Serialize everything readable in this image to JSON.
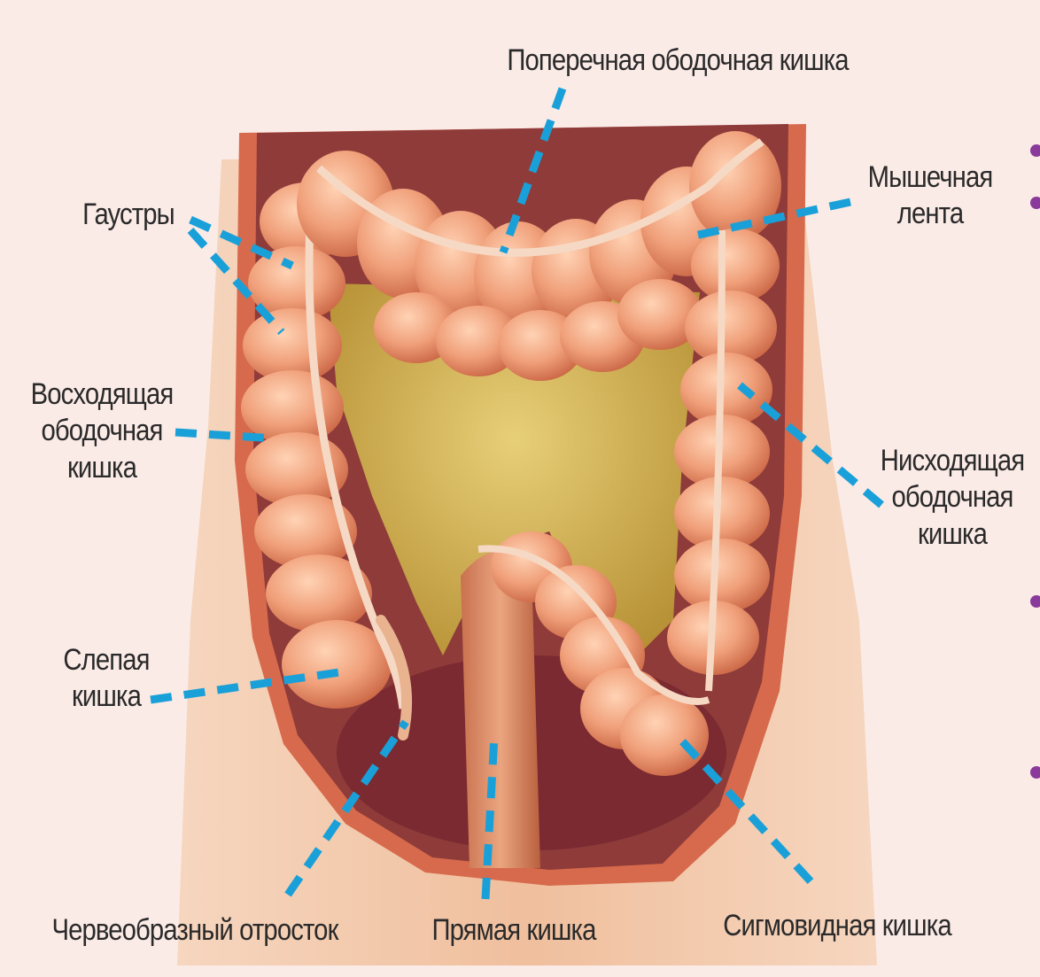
{
  "colors": {
    "background": "#fbebe7",
    "leader_line": "#1aa0d8",
    "bullet": "#8a3a9a",
    "colon": "#e9956f",
    "colon_outline": "#c2603f",
    "mesentery": "#c9a94a",
    "skin": "#f1c3a3"
  },
  "labels": {
    "transverse_colon": "Поперечная ободочная кишка",
    "haustra": "Гаустры",
    "muscular_band_line1": "Мышечная",
    "muscular_band_line2": "лента",
    "ascending_colon_line1": "Восходящая",
    "ascending_colon_line2": "ободочная",
    "ascending_colon_line3": "кишка",
    "descending_colon_line1": "Нисходящая",
    "descending_colon_line2": "ободочная",
    "descending_colon_line3": "кишка",
    "cecum_line1": "Слепая",
    "cecum_line2": "кишка",
    "appendix": "Червеобразный отросток",
    "rectum": "Прямая кишка",
    "sigmoid_colon": "Сигмовидная кишка"
  }
}
